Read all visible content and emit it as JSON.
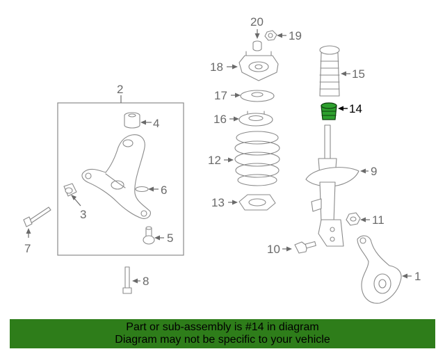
{
  "diagram": {
    "callouts": {
      "c1": "1",
      "c2": "2",
      "c3": "3",
      "c4": "4",
      "c5": "5",
      "c6": "6",
      "c7": "7",
      "c8": "8",
      "c9": "9",
      "c10": "10",
      "c11": "11",
      "c12": "12",
      "c13": "13",
      "c14": "14",
      "c15": "15",
      "c16": "16",
      "c17": "17",
      "c18": "18",
      "c19": "19",
      "c20": "20"
    },
    "highlighted_part": "14",
    "colors": {
      "highlight": "#2ea02e",
      "footer_bg": "#2e7d1a",
      "line": "#8a8a8a"
    }
  },
  "footer": {
    "line1": "Part or sub-assembly is #14 in diagram",
    "line2": "Diagram may not be specific to your vehicle"
  }
}
